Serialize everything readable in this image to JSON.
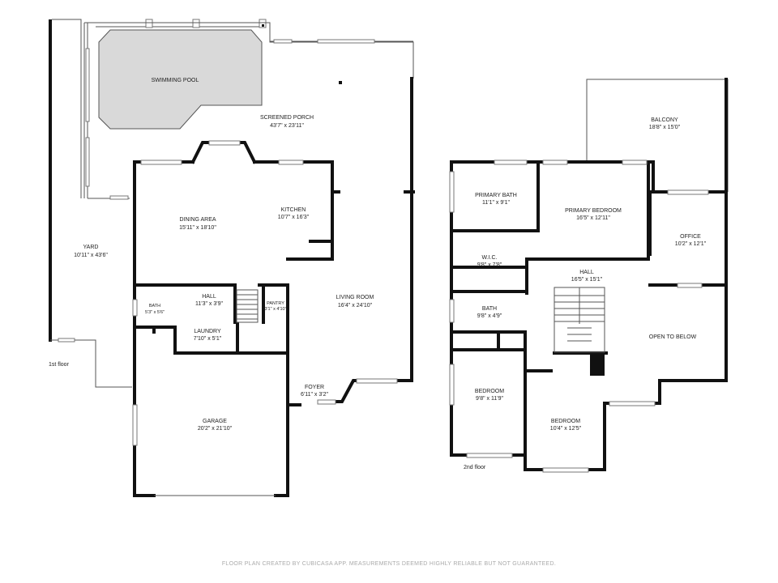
{
  "floors": {
    "first": {
      "label": "1st floor",
      "rooms": {
        "swimming_pool": {
          "name": "SWIMMING POOL",
          "dims": ""
        },
        "screened_porch": {
          "name": "SCREENED PORCH",
          "dims": "43'7\" x 23'11\""
        },
        "yard": {
          "name": "YARD",
          "dims": "10'11\" x 43'6\""
        },
        "dining_area": {
          "name": "DINING AREA",
          "dims": "15'11\" x 18'10\""
        },
        "kitchen": {
          "name": "KITCHEN",
          "dims": "10'7\" x 16'3\""
        },
        "living_room": {
          "name": "LIVING ROOM",
          "dims": "16'4\" x 24'10\""
        },
        "bath": {
          "name": "BATH",
          "dims": "5'3\" x 5'6\""
        },
        "hall": {
          "name": "HALL",
          "dims": "11'3\" x 3'9\""
        },
        "pantry": {
          "name": "PANTRY",
          "dims": "3'1\" x 4'10\""
        },
        "laundry": {
          "name": "LAUNDRY",
          "dims": "7'10\" x 5'1\""
        },
        "foyer": {
          "name": "FOYER",
          "dims": "6'11\" x 3'2\""
        },
        "garage": {
          "name": "GARAGE",
          "dims": "20'2\" x 21'10\""
        }
      }
    },
    "second": {
      "label": "2nd floor",
      "rooms": {
        "balcony": {
          "name": "BALCONY",
          "dims": "18'8\" x 15'0\""
        },
        "primary_bath": {
          "name": "PRIMARY BATH",
          "dims": "11'1\" x 9'1\""
        },
        "primary_bedroom": {
          "name": "PRIMARY BEDROOM",
          "dims": "16'5\" x 12'11\""
        },
        "office": {
          "name": "OFFICE",
          "dims": "10'2\" x 12'1\""
        },
        "wic": {
          "name": "W.I.C.",
          "dims": "9'8\" x 7'8\""
        },
        "hall": {
          "name": "HALL",
          "dims": "16'5\" x 15'1\""
        },
        "bath": {
          "name": "BATH",
          "dims": "9'8\" x 4'9\""
        },
        "open_to_below": {
          "name": "OPEN TO BELOW",
          "dims": ""
        },
        "bedroom_1": {
          "name": "BEDROOM",
          "dims": "9'8\" x 11'9\""
        },
        "bedroom_2": {
          "name": "BEDROOM",
          "dims": "10'4\" x 12'5\""
        }
      }
    }
  },
  "footer": "FLOOR PLAN CREATED BY CUBICASA APP. MEASUREMENTS DEEMED HIGHLY RELIABLE BUT NOT GUARANTEED."
}
